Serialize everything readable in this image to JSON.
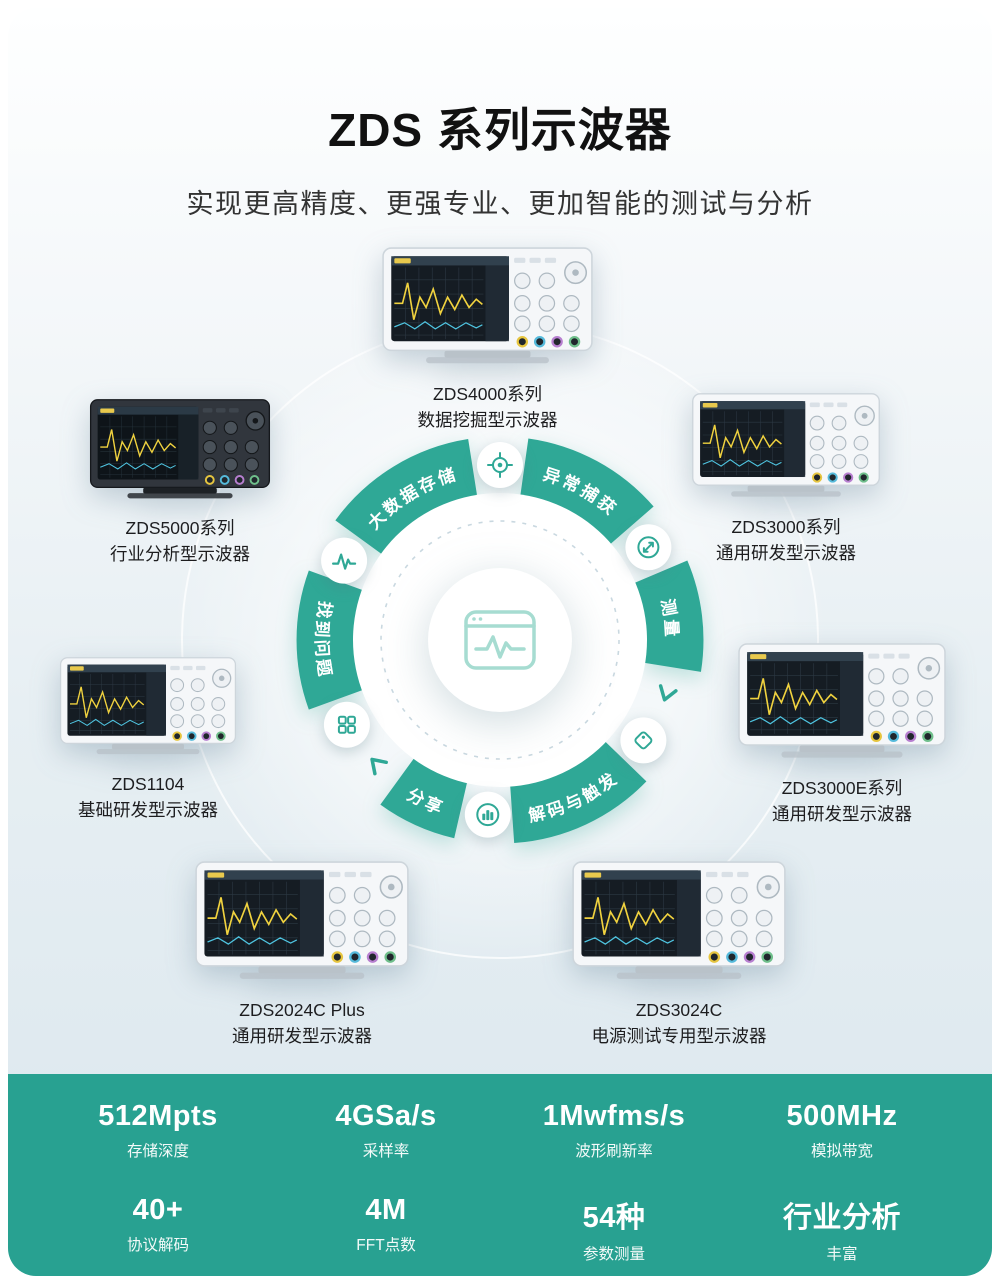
{
  "page": {
    "title": "ZDS 系列示波器",
    "subtitle": "实现更高精度、更强专业、更加智能的测试与分析"
  },
  "colors": {
    "accent": "#2FA896",
    "band": "#28A191",
    "ink": "#111111",
    "subtext": "#333333"
  },
  "cycle": {
    "segments": [
      {
        "label": "大数据存储"
      },
      {
        "label": "异常捕获"
      },
      {
        "label": "测量"
      },
      {
        "label": "解码与触发"
      },
      {
        "label": "分享"
      },
      {
        "label": "找到问题"
      }
    ],
    "icons": [
      {
        "name": "crosshair-target-icon"
      },
      {
        "name": "expand-arrows-icon"
      },
      {
        "name": "tag-icon"
      },
      {
        "name": "bar-chart-icon"
      },
      {
        "name": "grid-icon"
      },
      {
        "name": "pulse-waveform-icon"
      }
    ],
    "center_icon": {
      "name": "browser-waveform-icon"
    }
  },
  "products": [
    {
      "name": "ZDS4000系列",
      "desc": "数据挖掘型示波器"
    },
    {
      "name": "ZDS3000系列",
      "desc": "通用研发型示波器"
    },
    {
      "name": "ZDS5000系列",
      "desc": "行业分析型示波器"
    },
    {
      "name": "ZDS1104",
      "desc": "基础研发型示波器"
    },
    {
      "name": "ZDS3000E系列",
      "desc": "通用研发型示波器"
    },
    {
      "name": "ZDS2024C Plus",
      "desc": "通用研发型示波器"
    },
    {
      "name": "ZDS3024C",
      "desc": "电源测试专用型示波器"
    }
  ],
  "stats": [
    {
      "value": "512Mpts",
      "label": "存储深度"
    },
    {
      "value": "4GSa/s",
      "label": "采样率"
    },
    {
      "value": "1Mwfms/s",
      "label": "波形刷新率"
    },
    {
      "value": "500MHz",
      "label": "模拟带宽"
    },
    {
      "value": "40+",
      "label": "协议解码"
    },
    {
      "value": "4M",
      "label": "FFT点数"
    },
    {
      "value": "54种",
      "label": "参数测量"
    },
    {
      "value": "行业分析",
      "label": "丰富"
    }
  ]
}
